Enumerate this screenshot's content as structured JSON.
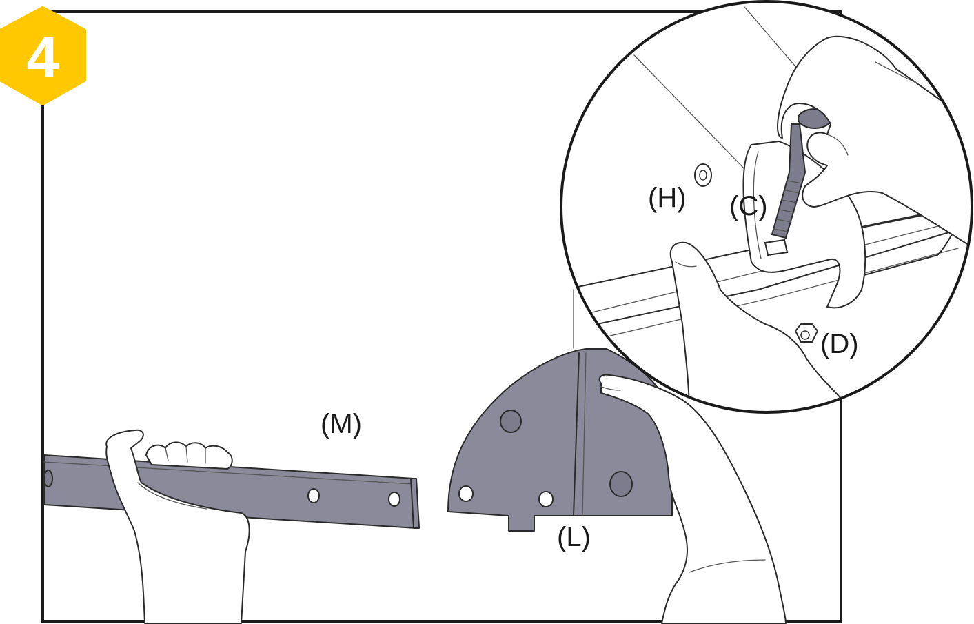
{
  "step": {
    "number": "4",
    "badge_color": "#FFC800"
  },
  "labels": {
    "M": "(M)",
    "L": "(L)",
    "H": "(H)",
    "C": "(C)",
    "D": "(D)"
  },
  "colors": {
    "metal": "#8a8a9a",
    "ink": "#2a2a2a",
    "frame": "#1a1a1a"
  },
  "icons": [
    "hexagon-badge",
    "rail-part",
    "bracket-part",
    "bolt",
    "washer",
    "nut",
    "hand"
  ]
}
